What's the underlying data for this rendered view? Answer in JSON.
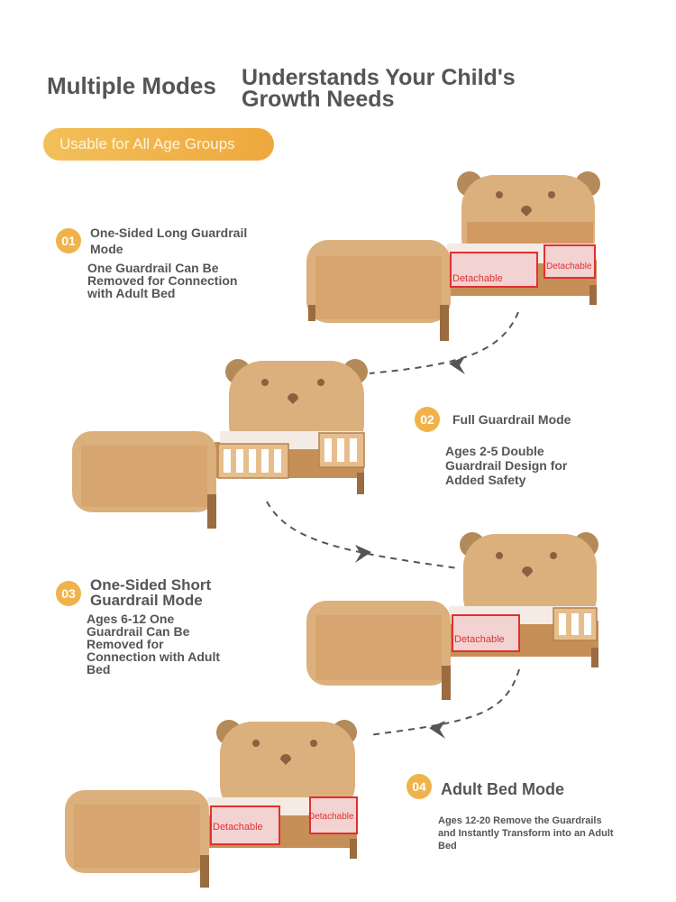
{
  "header": {
    "title_left": "Multiple Modes",
    "title_right": "Understands Your Child's Growth Needs",
    "pill_label": "Usable for All Age Groups"
  },
  "modes": [
    {
      "number": "01",
      "title": "One-Sided Long Guardrail Mode",
      "description": "One Guardrail Can Be Removed for Connection with Adult Bed"
    },
    {
      "number": "02",
      "title": "Full Guardrail Mode",
      "description": "Ages 2-5 Double Guardrail Design for Added Safety"
    },
    {
      "number": "03",
      "title": "One-Sided Short Guardrail Mode",
      "description": "Ages 6-12 One Guardrail Can Be Removed for Connection with Adult Bed"
    },
    {
      "number": "04",
      "title": "Adult Bed Mode",
      "description": "Ages 12-20 Remove the Guardrails and Instantly Transform into an Adult Bed"
    }
  ],
  "detachable_label": "Detachable",
  "colors": {
    "accent": "#f0b24a",
    "text": "#555555",
    "wood": "#d9a872",
    "detachable_red": "#e03030"
  }
}
